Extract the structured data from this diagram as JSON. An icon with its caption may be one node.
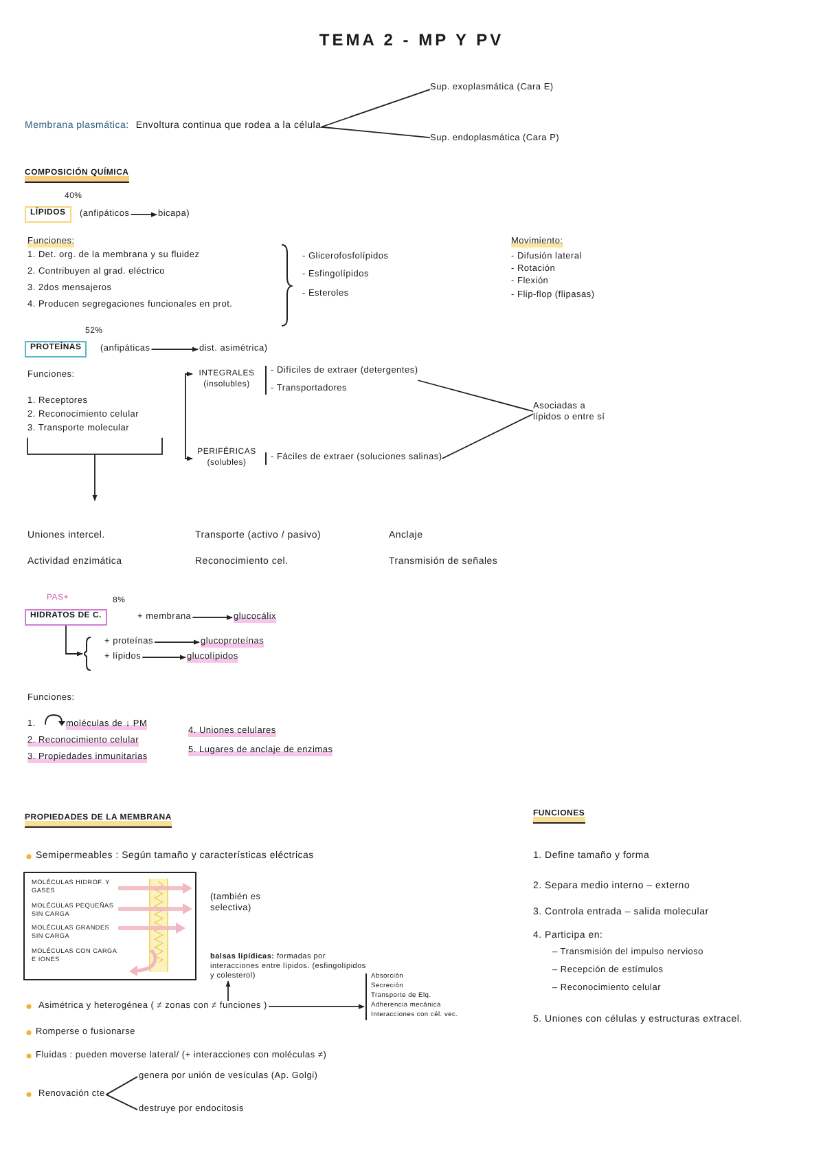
{
  "diagram": {
    "title": "TEMA 2 - MP Y PV",
    "nodes": [
      {
        "text": [
          "Membrana plasmática:",
          "Envoltura continua que rodea a la célula"
        ]
      },
      {
        "text": [
          "Sup. exoplasmática (Cara E)"
        ]
      },
      {
        "text": [
          "Sup. endoplasmática (Cara P)"
        ]
      },
      {
        "text": [
          "LÍPIDOS"
        ],
        "beside": [
          "40%"
        ]
      },
      {
        "text": [
          "(anfipáticos"
        ]
      },
      {
        "text": [
          "bicapa)"
        ]
      },
      {
        "text": [
          "PROTEÍNAS"
        ],
        "beside": [
          "52%"
        ]
      },
      {
        "text": [
          "(anfipáticas"
        ]
      },
      {
        "text": [
          "dist. asimétrica)"
        ]
      },
      {
        "text": [
          "1. Receptores",
          "2. Reconocimiento celular",
          "3. Transporte molecular"
        ]
      },
      {
        "text": [
          "INTEGRALES (insolubles)"
        ],
        "beside": [
          "- Difíciles de extraer (detergentes)",
          "- Transportadores"
        ]
      },
      {
        "text": [
          "PERIFÉRICAS (solubles)"
        ],
        "beside": [
          "- Fáciles de extraer (soluciones salinas)"
        ]
      },
      {
        "text": [
          "Asociadas a lípidos o entre sí"
        ]
      },
      {
        "text": [
          "HIDRATOS DE C."
        ],
        "beside": [
          "PAS+",
          "8%"
        ]
      },
      {
        "text": [
          "+ membrana"
        ]
      },
      {
        "text": [
          "glucocálix"
        ]
      },
      {
        "text": [
          "+ proteínas"
        ]
      },
      {
        "text": [
          "glucoproteínas"
        ]
      },
      {
        "text": [
          "+ lípidos"
        ]
      },
      {
        "text": [
          "glucolípidos"
        ]
      },
      {
        "text": [
          "MOLÉCULAS HIDROF. Y GASES",
          "MOLÉCULAS PEQUEÑAS SIN CARGA",
          "MOLÉCULAS GRANDES SIN CARGA",
          "MOLÉCULAS CON CARGA E IONES"
        ]
      },
      {
        "text": [
          "**balsas lipídicas:** formadas por interacciones entre lípidos. (esfingolípidos y colesterol)"
        ]
      },
      {
        "text": [
          "Asimétrica y heterogénea ( ≠ zonas con ≠ funciones )"
        ]
      },
      {
        "text": [
          "Absorción",
          "Secreción",
          "Transporte de Elq.",
          "Adherencia mecánica",
          "Interacciones con cél. vec."
        ]
      },
      {
        "text": [
          "Renovación cte"
        ]
      },
      {
        "text": [
          "genera por unión de vesículas (Ap. Golgi)"
        ]
      },
      {
        "text": [
          "destruye por endocitosis"
        ]
      },
      {
        "text": [],
        "shape": "brace"
      }
    ],
    "edges": [
      {
        "from": 0,
        "to": 1,
        "arrow": "none"
      },
      {
        "from": 0,
        "to": 2,
        "arrow": "none"
      },
      {
        "from": 4,
        "to": 5,
        "arrow": "to"
      },
      {
        "from": 7,
        "to": 8,
        "arrow": "to"
      },
      {
        "from": 9,
        "to": null,
        "arrow": "to"
      },
      {
        "from": 10,
        "to": 11,
        "arrow": "both"
      },
      {
        "from": 10,
        "to": 12,
        "arrow": "none"
      },
      {
        "from": 11,
        "to": 12,
        "arrow": "none"
      },
      {
        "from": 14,
        "to": 15,
        "arrow": "to"
      },
      {
        "from": 13,
        "to": 27,
        "arrow": "to"
      },
      {
        "from": 16,
        "to": 17,
        "arrow": "to"
      },
      {
        "from": 18,
        "to": 19,
        "arrow": "to"
      },
      {
        "from": 22,
        "to": 21,
        "arrow": "to"
      },
      {
        "from": 22,
        "to": 23,
        "arrow": "to"
      },
      {
        "from": 24,
        "to": 25,
        "arrow": "none"
      },
      {
        "from": 24,
        "to": 26,
        "arrow": "none"
      }
    ],
    "labels": [
      "COMPOSICIÓN QUÍMICA",
      "Funciones:",
      "1. Det. org. de la membrana y su fluidez",
      "2. Contribuyen al grad. eléctrico",
      "3. 2dos mensajeros",
      "4. Producen segregaciones funcionales en prot.",
      "- Glicerofosfolípidos",
      "- Esfingolípidos",
      "- Esteroles",
      "Movimiento:",
      "- Difusión lateral",
      "- Rotación",
      "- Flexión",
      "- Flip-flop (flipasas)",
      "Funciones:",
      "Uniones intercel.",
      "Transporte (activo / pasivo)",
      "Anclaje",
      "Actividad enzimática",
      "Reconocimiento cel.",
      "Transmisión de señales",
      "Funciones:",
      "1.",
      "moléculas de ↓ PM",
      "2. Reconocimiento celular",
      "3. Propiedades inmunitarias",
      "4. Uniones celulares",
      "5. Lugares de anclaje de enzimas",
      "PROPIEDADES DE LA MEMBRANA",
      "FUNCIONES",
      "Semipermeables : Según tamaño y características eléctricas",
      "(también es selectiva)",
      "Romperse o fusionarse",
      "Fluidas : pueden moverse lateral/ (+ interacciones con moléculas ≠)",
      "1. Define tamaño y forma",
      "2. Separa medio interno – externo",
      "3. Controla entrada – salida molecular",
      "4. Participa en:",
      "– Transmisión del impulso nervioso",
      "– Recepción de estímulos",
      "– Reconocimiento celular",
      "5. Uniones con células y estructuras extracel."
    ]
  }
}
